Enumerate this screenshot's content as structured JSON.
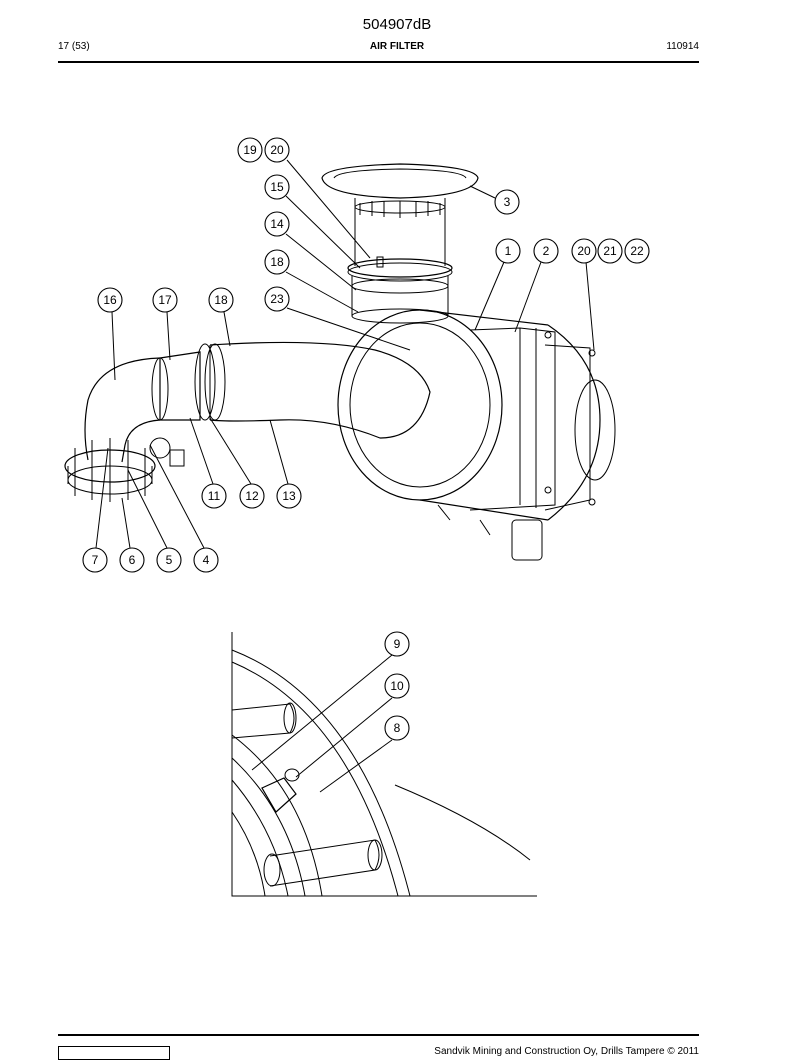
{
  "header": {
    "doc_number": "504907dB",
    "page": "17 (53)",
    "title": "AIR FILTER",
    "code": "110914"
  },
  "footer": {
    "text": "Sandvik Mining and Construction Oy, Drills Tampere © 2011"
  },
  "main_view": {
    "callouts": [
      "19",
      "20",
      "15",
      "14",
      "18",
      "23",
      "3",
      "1",
      "2",
      "20",
      "21",
      "22",
      "16",
      "17",
      "18",
      "11",
      "12",
      "13",
      "7",
      "6",
      "5",
      "4"
    ]
  },
  "detail_view": {
    "callouts": [
      "9",
      "10",
      "8"
    ]
  }
}
